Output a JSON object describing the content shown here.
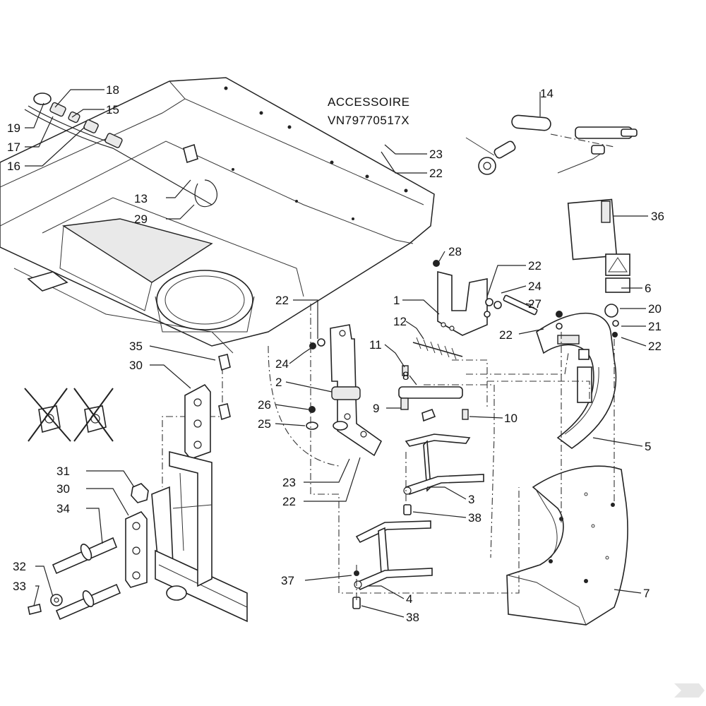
{
  "diagram": {
    "accessory_title": "ACCESSOIRE",
    "accessory_ref": "VN79770517X",
    "labels": {
      "l1": "1",
      "l2": "2",
      "l3": "3",
      "l4": "4",
      "l5": "5",
      "l6": "6",
      "l7": "7",
      "l8": "8",
      "l9": "9",
      "l10": "10",
      "l11": "11",
      "l12": "12",
      "l13": "13",
      "l14": "14",
      "l15": "15",
      "l16": "16",
      "l17": "17",
      "l18": "18",
      "l19": "19",
      "l20": "20",
      "l21": "21",
      "l22a": "22",
      "l22b": "22",
      "l22c": "22",
      "l22d": "22",
      "l22e": "22",
      "l22f": "22",
      "l23a": "23",
      "l23b": "23",
      "l24a": "24",
      "l24b": "24",
      "l25": "25",
      "l26": "26",
      "l27": "27",
      "l28": "28",
      "l29": "29",
      "l30a": "30",
      "l30b": "30",
      "l31": "31",
      "l32": "32",
      "l33": "33",
      "l34": "34",
      "l35": "35",
      "l36": "36",
      "l37": "37",
      "l38a": "38",
      "l38b": "38"
    }
  }
}
